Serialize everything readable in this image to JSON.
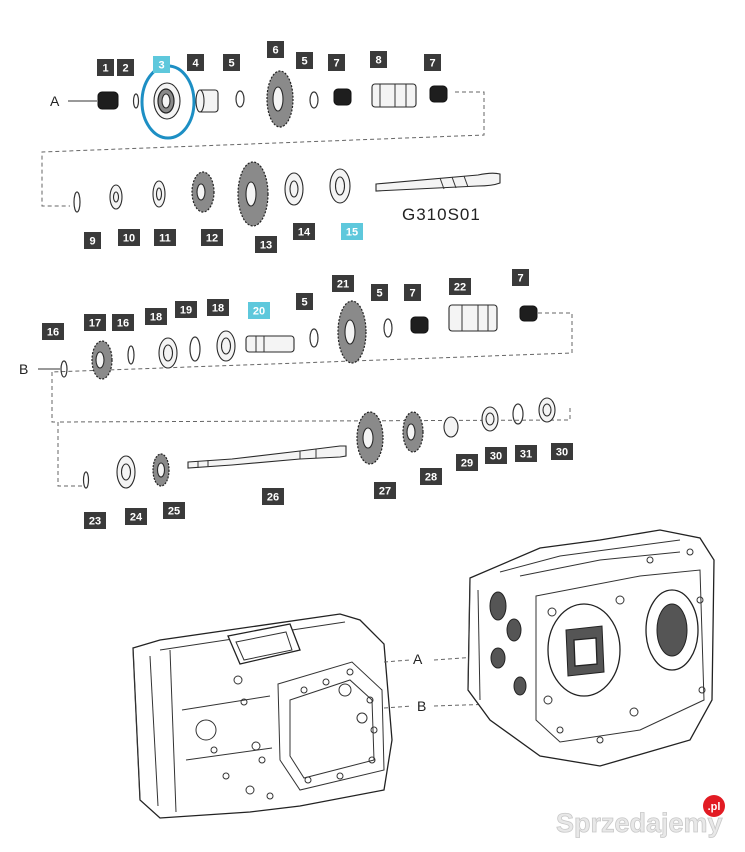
{
  "diagram_code": "G310S01",
  "ref_labels": {
    "a": "A",
    "b": "B"
  },
  "callouts": [
    {
      "n": "1",
      "highlight": false
    },
    {
      "n": "2",
      "highlight": false
    },
    {
      "n": "3",
      "highlight": true
    },
    {
      "n": "4",
      "highlight": false
    },
    {
      "n": "5",
      "highlight": false
    },
    {
      "n": "6",
      "highlight": false
    },
    {
      "n": "5",
      "highlight": false
    },
    {
      "n": "7",
      "highlight": false
    },
    {
      "n": "8",
      "highlight": false
    },
    {
      "n": "7",
      "highlight": false
    },
    {
      "n": "9",
      "highlight": false
    },
    {
      "n": "10",
      "highlight": false
    },
    {
      "n": "11",
      "highlight": false
    },
    {
      "n": "12",
      "highlight": false
    },
    {
      "n": "13",
      "highlight": false
    },
    {
      "n": "14",
      "highlight": false
    },
    {
      "n": "15",
      "highlight": true
    },
    {
      "n": "16",
      "highlight": false
    },
    {
      "n": "17",
      "highlight": false
    },
    {
      "n": "16",
      "highlight": false
    },
    {
      "n": "18",
      "highlight": false
    },
    {
      "n": "19",
      "highlight": false
    },
    {
      "n": "18",
      "highlight": false
    },
    {
      "n": "20",
      "highlight": true
    },
    {
      "n": "5",
      "highlight": false
    },
    {
      "n": "21",
      "highlight": false
    },
    {
      "n": "5",
      "highlight": false
    },
    {
      "n": "7",
      "highlight": false
    },
    {
      "n": "22",
      "highlight": false
    },
    {
      "n": "7",
      "highlight": false
    },
    {
      "n": "23",
      "highlight": false
    },
    {
      "n": "24",
      "highlight": false
    },
    {
      "n": "25",
      "highlight": false
    },
    {
      "n": "26",
      "highlight": false
    },
    {
      "n": "27",
      "highlight": false
    },
    {
      "n": "28",
      "highlight": false
    },
    {
      "n": "29",
      "highlight": false
    },
    {
      "n": "30",
      "highlight": false
    },
    {
      "n": "31",
      "highlight": false
    },
    {
      "n": "30",
      "highlight": false
    }
  ],
  "colors": {
    "callout_bg": "#3a3a3a",
    "callout_highlight_bg": "#5ec8dc",
    "circle_highlight": "#1d8fc4",
    "line": "#2a2a2a"
  },
  "watermark": {
    "text": "Sprzedajemy",
    "badge": ".pl",
    "badge_color": "#e21b23"
  }
}
